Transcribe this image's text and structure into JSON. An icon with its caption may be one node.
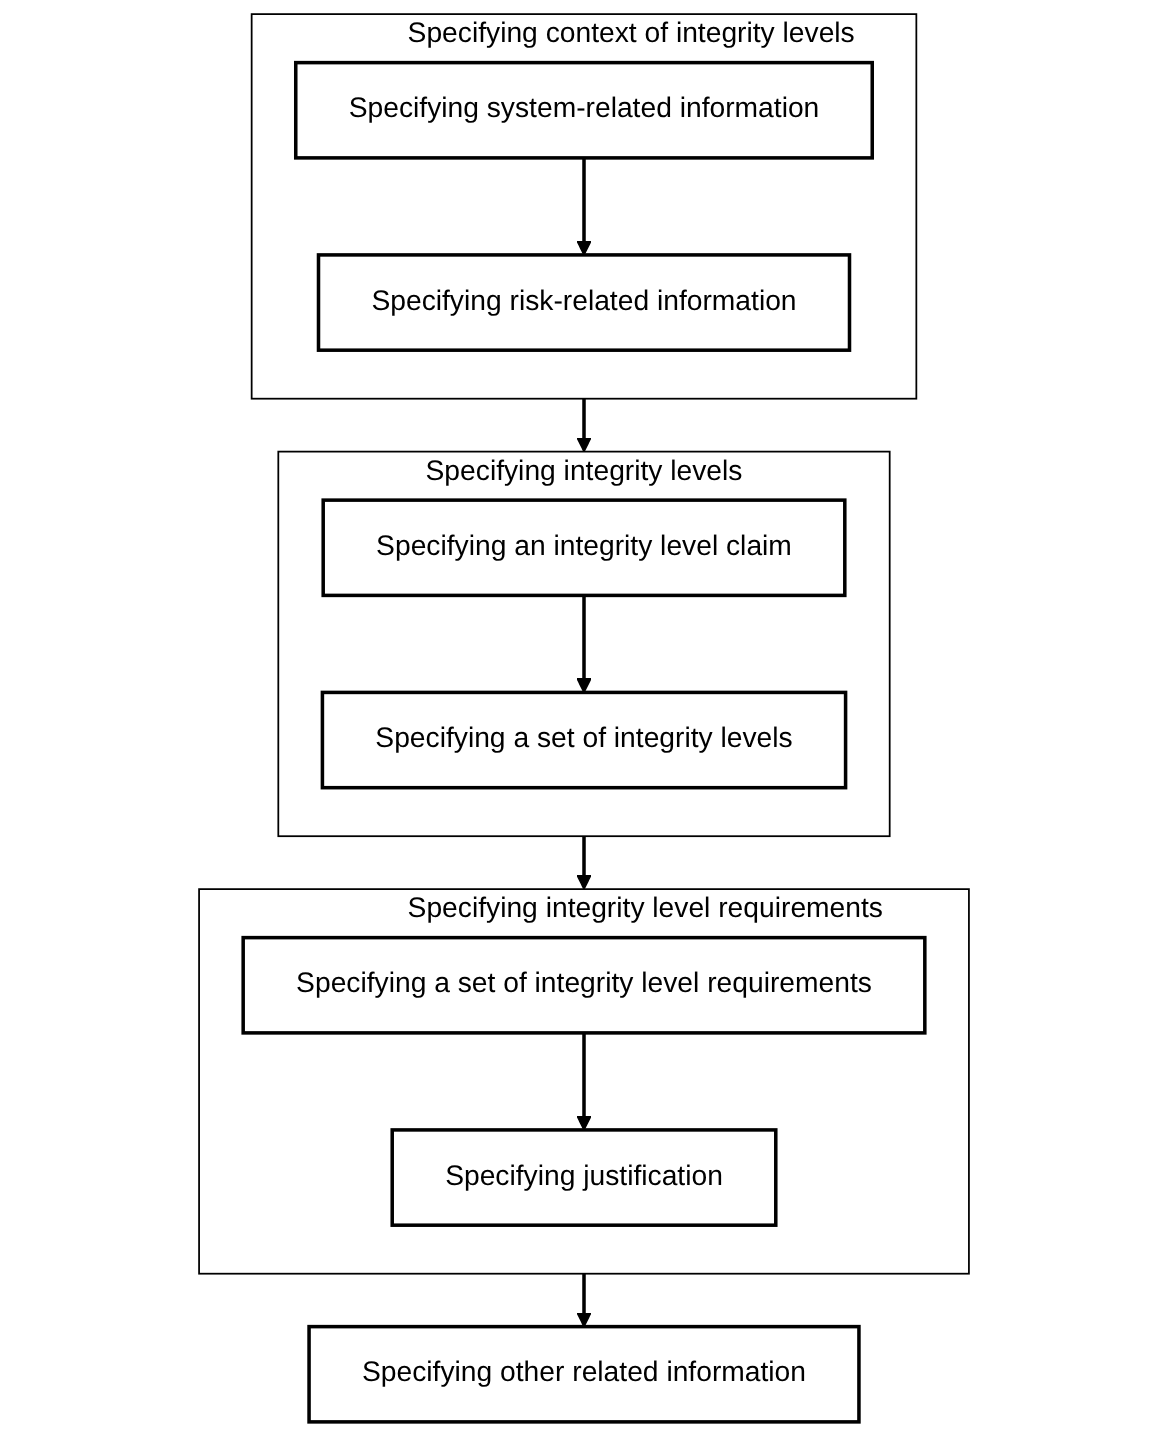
{
  "diagram": {
    "nodes": [
      {
        "text": [
          "Specifying context of integrity levels"
        ]
      },
      {
        "text": [
          "Specifying system-related information"
        ],
        "in": 0
      },
      {
        "text": [
          "Specifying risk-related information"
        ],
        "in": 0
      },
      {
        "text": [
          "Specifying integrity levels"
        ]
      },
      {
        "text": [
          "Specifying an integrity level claim"
        ],
        "in": 3
      },
      {
        "text": [
          "Specifying a set of integrity levels"
        ],
        "in": 3
      },
      {
        "text": [
          "Specifying integrity level requirements"
        ]
      },
      {
        "text": [
          "Specifying a set of integrity level requirements"
        ],
        "in": 6
      },
      {
        "text": [
          "Specifying justification"
        ],
        "in": 6
      },
      {
        "text": [
          "Specifying other related information"
        ]
      }
    ],
    "edges": [
      {
        "from": 1,
        "to": 2,
        "arrow": "to"
      },
      {
        "from": 0,
        "to": 3,
        "arrow": "to"
      },
      {
        "from": 4,
        "to": 5,
        "arrow": "to"
      },
      {
        "from": 3,
        "to": 6,
        "arrow": "to"
      },
      {
        "from": 7,
        "to": 8,
        "arrow": "to"
      },
      {
        "from": 6,
        "to": 9,
        "arrow": "to"
      }
    ]
  }
}
